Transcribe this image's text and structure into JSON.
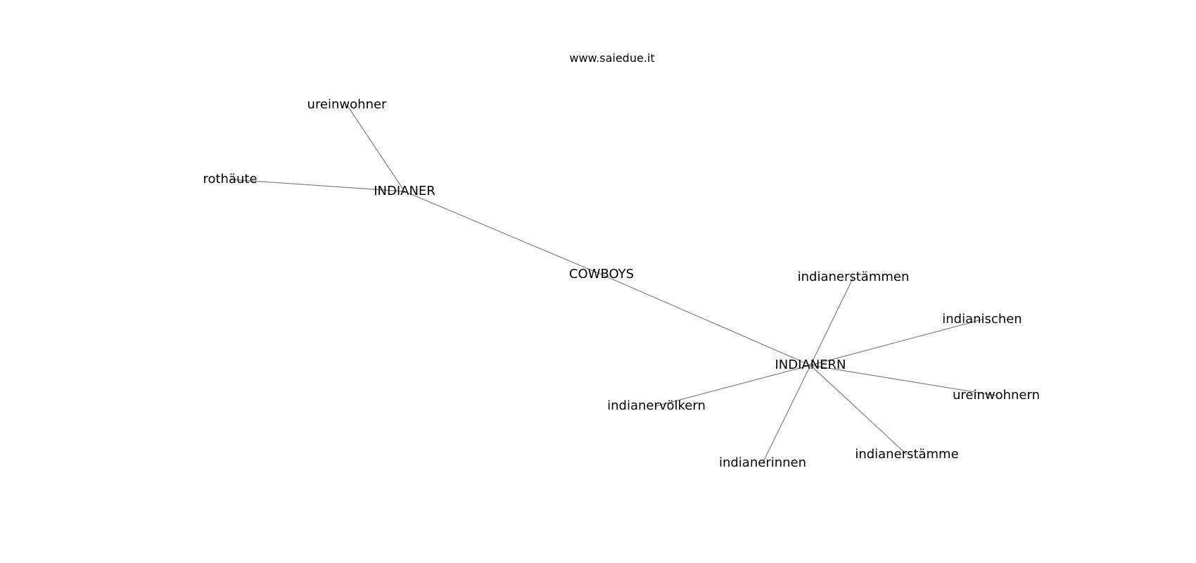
{
  "watermark": "www.saiedue.it",
  "colors": {
    "edge": "#808080",
    "label": "#000000",
    "background": "#ffffff"
  },
  "graph": {
    "nodes": [
      {
        "id": "cowboys",
        "label": "COWBOYS"
      },
      {
        "id": "indianer",
        "label": "INDIANER"
      },
      {
        "id": "indianern",
        "label": "INDIANERN"
      },
      {
        "id": "ureinwohner",
        "label": "ureinwohner"
      },
      {
        "id": "rothaeute",
        "label": "rothäute"
      },
      {
        "id": "indianerstaemmen",
        "label": "indianerstämmen"
      },
      {
        "id": "indianischen",
        "label": "indianischen"
      },
      {
        "id": "ureinwohnern",
        "label": "ureinwohnern"
      },
      {
        "id": "indianervoelkern",
        "label": "indianervölkern"
      },
      {
        "id": "indianerstaemme",
        "label": "indianerstämme"
      },
      {
        "id": "indianerinnen",
        "label": "indianerinnen"
      }
    ],
    "edges": [
      [
        "cowboys",
        "indianer"
      ],
      [
        "cowboys",
        "indianern"
      ],
      [
        "indianer",
        "ureinwohner"
      ],
      [
        "indianer",
        "rothaeute"
      ],
      [
        "indianern",
        "indianerstaemmen"
      ],
      [
        "indianern",
        "indianischen"
      ],
      [
        "indianern",
        "ureinwohnern"
      ],
      [
        "indianern",
        "indianervoelkern"
      ],
      [
        "indianern",
        "indianerstaemme"
      ],
      [
        "indianern",
        "indianerinnen"
      ]
    ]
  }
}
